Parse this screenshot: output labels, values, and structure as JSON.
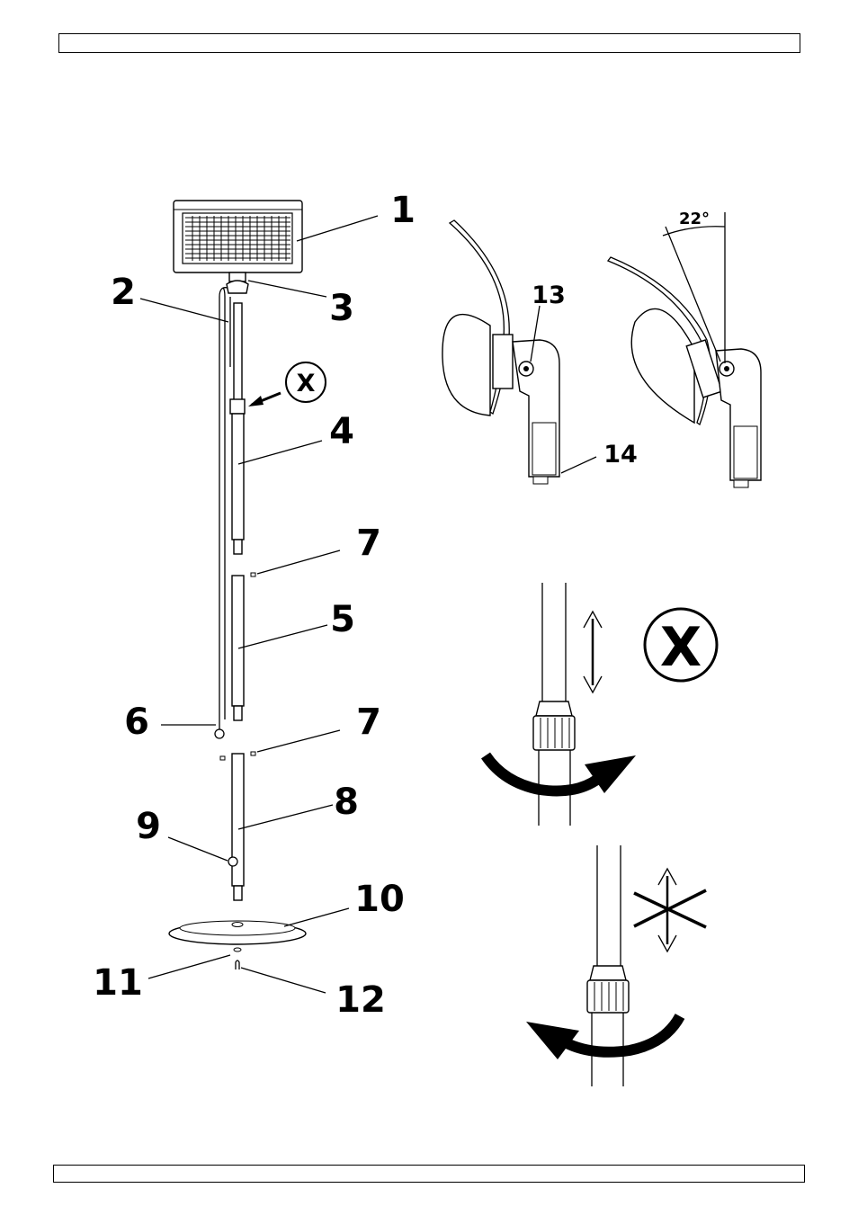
{
  "labels": {
    "l1": "1",
    "l2": "2",
    "l3": "3",
    "l4": "4",
    "l5": "5",
    "l6": "6",
    "l7a": "7",
    "l7b": "7",
    "l8": "8",
    "l9": "9",
    "l10": "10",
    "l11": "11",
    "l12": "12",
    "l13": "13",
    "l14": "14",
    "angle": "22°",
    "x_small": "X",
    "x_big": "X"
  },
  "icons": {
    "rotate_right": "curved-arrow-right-icon",
    "rotate_left": "curved-arrow-left-icon",
    "updown": "double-arrow-icon",
    "updown_crossed": "crossed-double-arrow-icon"
  }
}
